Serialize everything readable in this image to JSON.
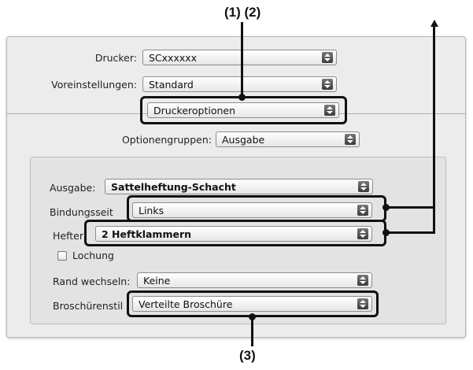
{
  "callouts": {
    "top": "(1) (2)",
    "bottom": "(3)"
  },
  "printer": {
    "label": "Drucker:",
    "value": "SCxxxxxx"
  },
  "presets": {
    "label": "Voreinstellungen:",
    "value": "Standard"
  },
  "panel_select": {
    "value": "Druckeroptionen"
  },
  "option_groups": {
    "label": "Optionengruppen:",
    "value": "Ausgabe"
  },
  "output": {
    "label": "Ausgabe:",
    "value": "Sattelheftung-Schacht"
  },
  "binding_edge": {
    "label": "Bindungsseit",
    "value": "Links"
  },
  "stapler": {
    "label": "Hefter",
    "value": "2 Heftklammern"
  },
  "punch": {
    "label": "Lochung",
    "checked": false
  },
  "margin_shift": {
    "label": "Rand wechseln:",
    "value": "Keine"
  },
  "booklet_style": {
    "label": "Broschürenstil",
    "value": "Verteilte Broschüre"
  }
}
